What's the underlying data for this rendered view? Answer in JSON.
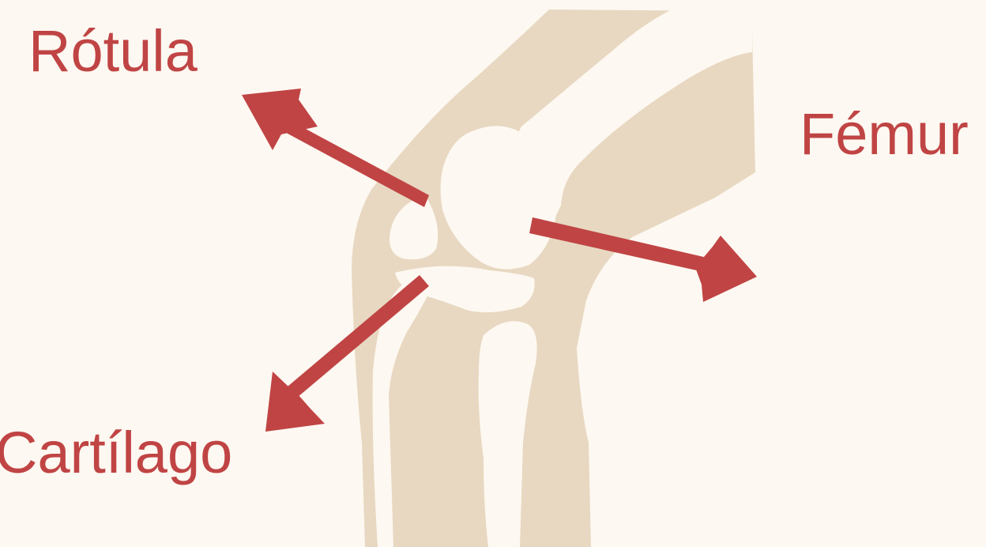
{
  "labels": {
    "patella": "Rótula",
    "femur": "Fémur",
    "cartilage": "Cartílago"
  },
  "colors": {
    "background": "#fdf8f1",
    "bone": "#e8d8c1",
    "arrow": "#c04444"
  }
}
